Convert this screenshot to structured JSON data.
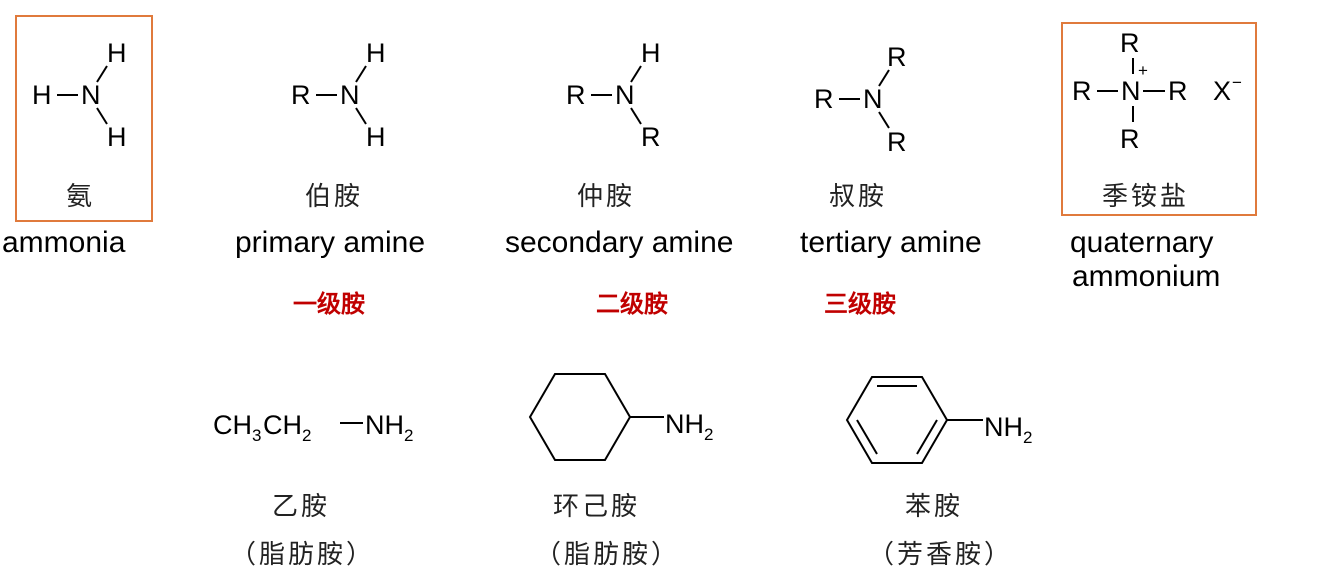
{
  "colors": {
    "box_border": "#e07a3c",
    "class_label": "#c00000",
    "text": "#000000"
  },
  "atoms": {
    "H": "H",
    "N": "N",
    "R": "R",
    "X": "X"
  },
  "charges": {
    "plus": "+",
    "minus": "−"
  },
  "groups": {
    "ch3": "CH",
    "ch2": "CH",
    "nh2": "NH",
    "sub3": "3",
    "sub2": "2",
    "paren_open": "（",
    "paren_close": "）"
  },
  "top_row": [
    {
      "id": "ammonia",
      "cn": "氨",
      "en": "ammonia"
    },
    {
      "id": "primary",
      "cn": "伯胺",
      "en": "primary amine",
      "class_label": "一级胺"
    },
    {
      "id": "secondary",
      "cn": "仲胺",
      "en": "secondary amine",
      "class_label": "二级胺"
    },
    {
      "id": "tertiary",
      "cn": "叔胺",
      "en": "tertiary amine",
      "class_label": "三级胺"
    },
    {
      "id": "quaternary",
      "cn": "季铵盐",
      "en_line1": "quaternary",
      "en_line2": "ammonium"
    }
  ],
  "bottom_row": [
    {
      "id": "ethylamine",
      "cn": "乙胺",
      "category": "脂肪胺"
    },
    {
      "id": "cyclohexylamine",
      "cn": "环己胺",
      "category": "脂肪胺"
    },
    {
      "id": "aniline",
      "cn": "苯胺",
      "category": "芳香胺"
    }
  ]
}
